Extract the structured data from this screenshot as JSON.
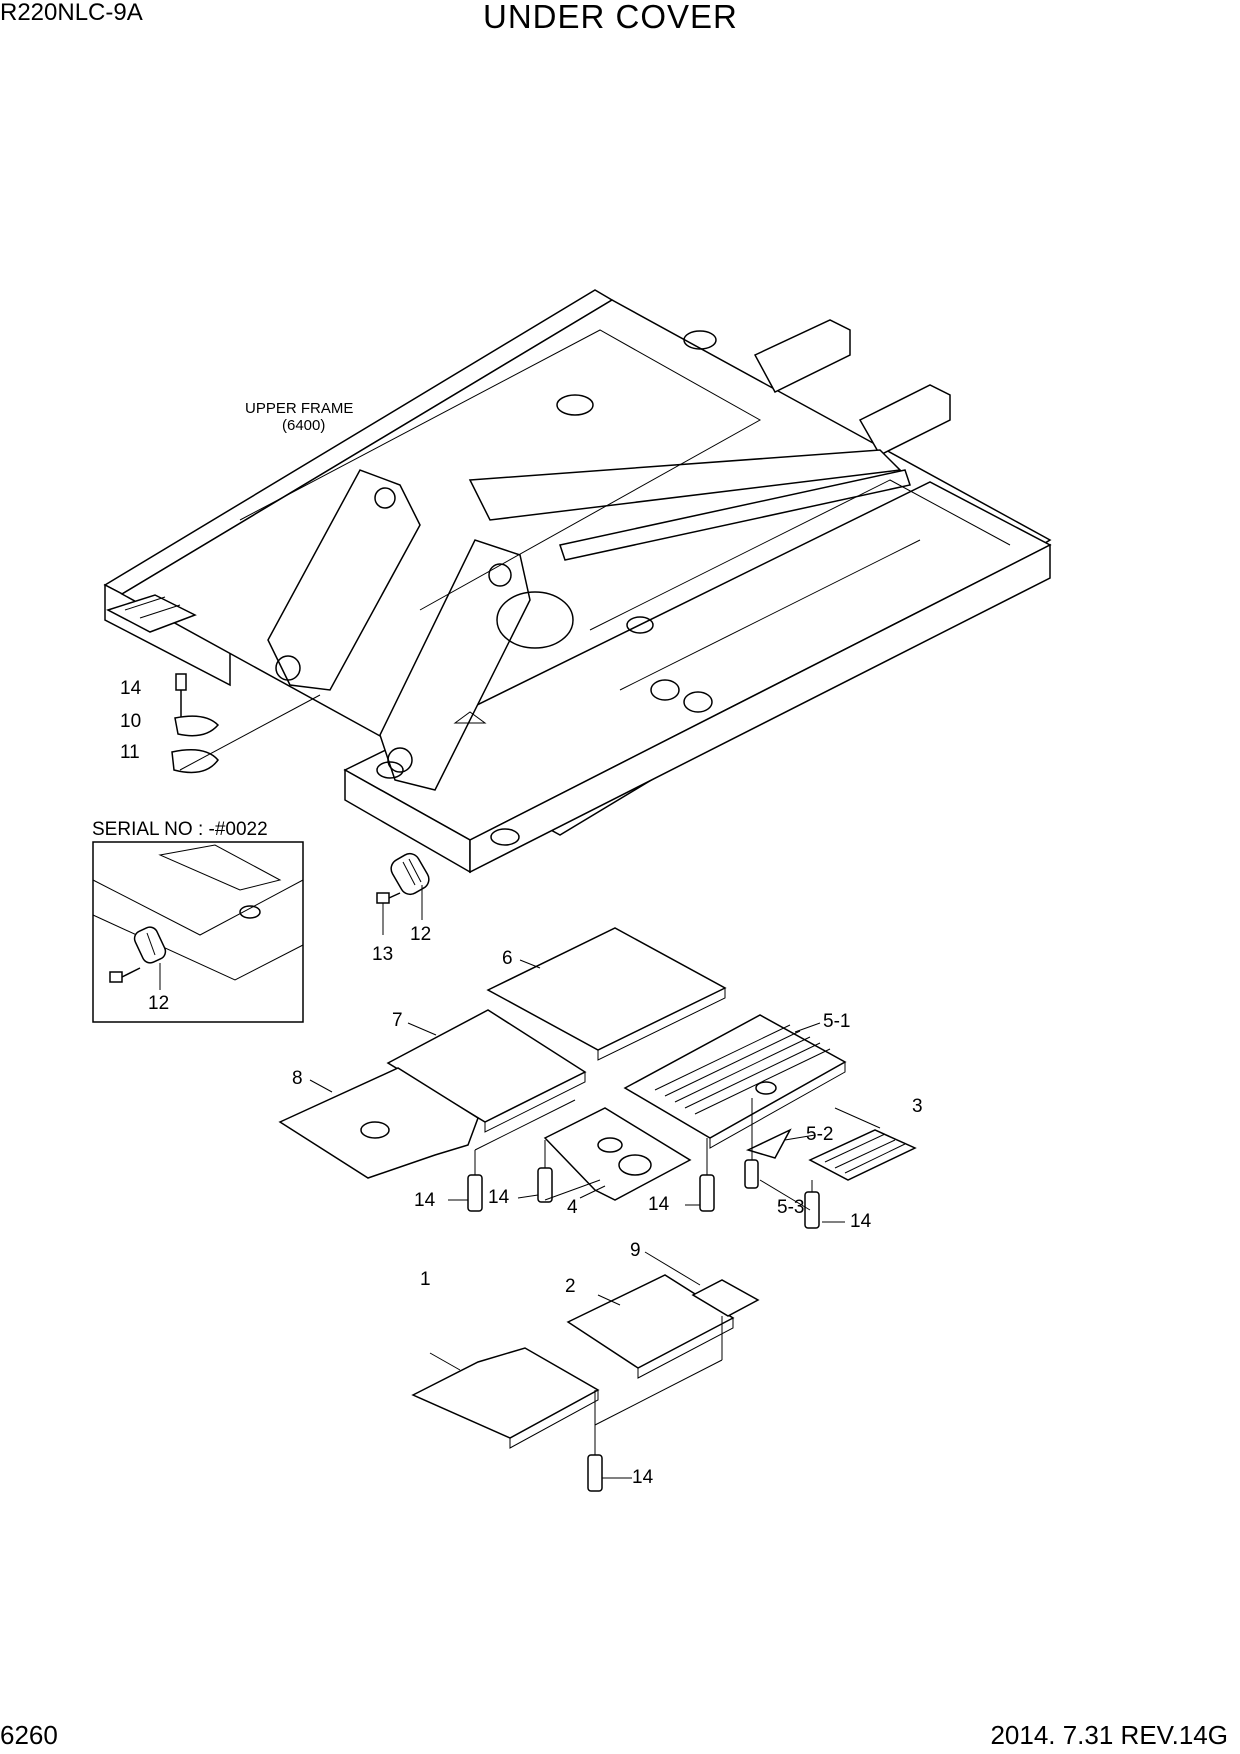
{
  "header": {
    "model": "R220NLC-9A",
    "title": "UNDER COVER"
  },
  "footer": {
    "page_number": "6260",
    "revision": "2014. 7.31  REV.14G"
  },
  "notes": {
    "upper_frame": "UPPER FRAME",
    "upper_frame_ref": "(6400)",
    "serial_no": "SERIAL NO : -#0022"
  },
  "callouts": {
    "c1": "1",
    "c2": "2",
    "c3": "3",
    "c4": "4",
    "c5_1": "5-1",
    "c5_2": "5-2",
    "c5_3": "5-3",
    "c6": "6",
    "c7": "7",
    "c8": "8",
    "c9": "9",
    "c10": "10",
    "c11": "11",
    "c12_main": "12",
    "c12_inset": "12",
    "c13": "13",
    "c14_a": "14",
    "c14_b": "14",
    "c14_c": "14",
    "c14_d": "14",
    "c14_e": "14",
    "c14_f": "14"
  }
}
